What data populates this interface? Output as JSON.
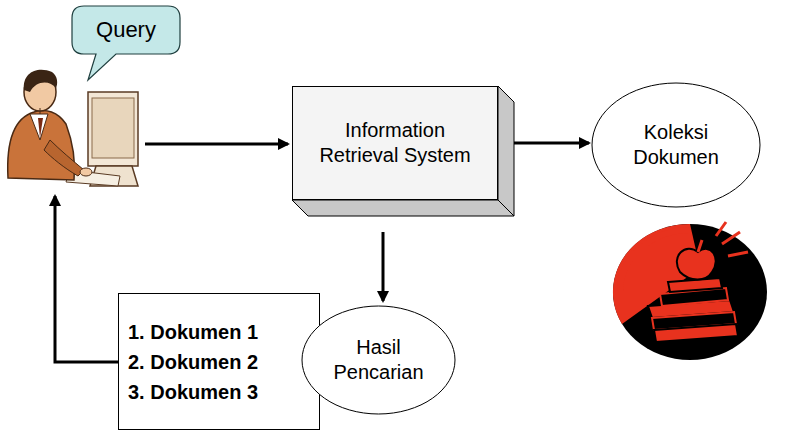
{
  "diagram": {
    "nodes": [
      {
        "text": [
          "Query"
        ]
      },
      {
        "text": [
          "Information Retrieval System"
        ]
      },
      {
        "text": [
          "Koleksi Dokumen"
        ]
      },
      {
        "text": [
          "Hasil Pencarian"
        ]
      },
      {
        "text": [
          "1. Dokumen 1",
          "2. Dokumen 2",
          "3. Dokumen 3"
        ]
      }
    ],
    "edges": [
      {
        "from": 1,
        "to": 2,
        "arrow": "both"
      },
      {
        "from": 1,
        "to": 3,
        "arrow": "to"
      }
    ]
  }
}
